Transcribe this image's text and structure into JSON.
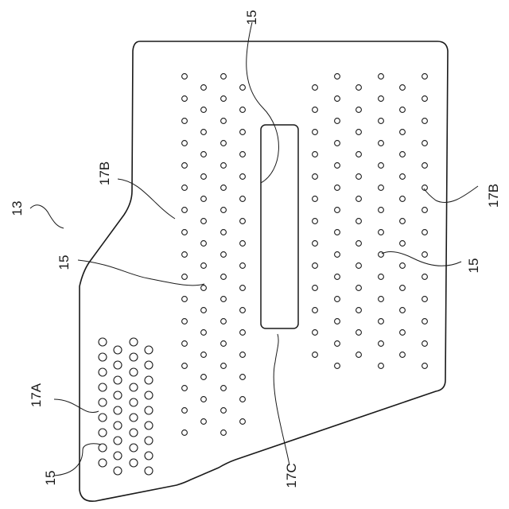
{
  "figure": {
    "labels": {
      "assembly": "13",
      "hole_slot": "15",
      "hole_right": "15",
      "hole_middle": "15",
      "hole_bottom": "15",
      "region_a": "17A",
      "region_b_left": "17B",
      "region_b_right": "17B",
      "region_c": "17C"
    }
  }
}
